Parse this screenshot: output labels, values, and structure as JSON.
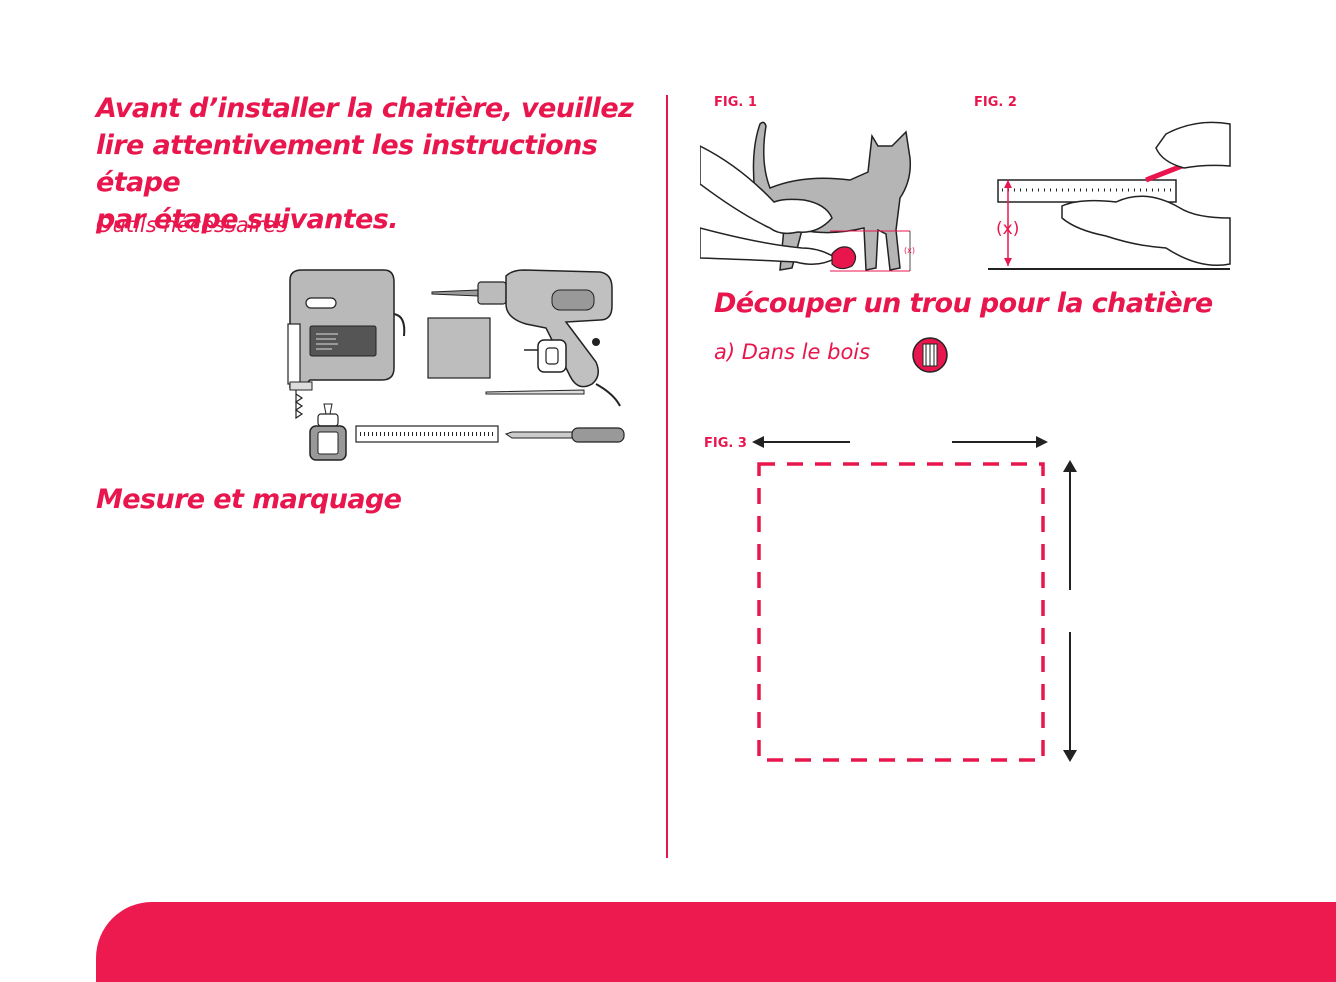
{
  "left": {
    "title_line1": "Avant d’installer la chatière, veuillez",
    "title_line2": "lire attentivement les instructions étape",
    "title_line3": "par étape suivantes.",
    "tools_heading": "Outils nécessaires",
    "measure_heading": "Mesure et marquage"
  },
  "right": {
    "fig1_label": "FIG. 1",
    "fig1_x_label": "(x)",
    "fig2_label": "FIG. 2",
    "fig2_x_label": "(x)",
    "cut_heading": "Découper un trou pour la chatière",
    "wood_sub": "a) Dans le bois",
    "fig3_label": "FIG. 3"
  },
  "colors": {
    "accent": "#e8164d",
    "footer": "#ec1a4f"
  },
  "icons": {
    "wood_icon": "wood-grain-icon"
  }
}
